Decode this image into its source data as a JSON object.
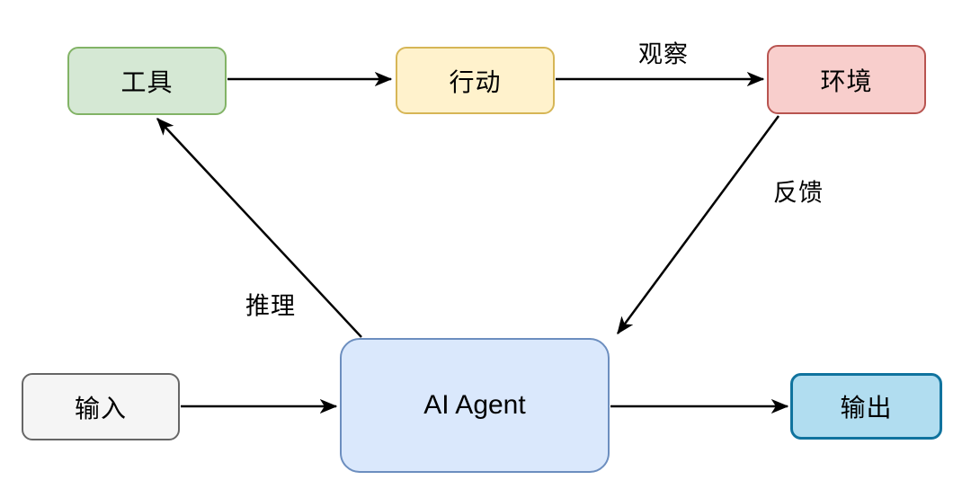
{
  "diagram": {
    "type": "flowchart",
    "background": "#ffffff",
    "arrow_color": "#000000",
    "nodes": [
      {
        "id": "tools",
        "label": "工具",
        "fill": "#d5e8d4",
        "border": "#82b366"
      },
      {
        "id": "action",
        "label": "行动",
        "fill": "#fff2cc",
        "border": "#d6b656"
      },
      {
        "id": "environment",
        "label": "环境",
        "fill": "#f8cecc",
        "border": "#b85450"
      },
      {
        "id": "agent",
        "label": "AI Agent",
        "fill": "#dae8fc",
        "border": "#6c8ebf"
      },
      {
        "id": "input",
        "label": "输入",
        "fill": "#f5f5f5",
        "border": "#666666"
      },
      {
        "id": "output",
        "label": "输出",
        "fill": "#b1ddf0",
        "border": "#10739e"
      }
    ],
    "edges": [
      {
        "from": "tools",
        "to": "action",
        "label": ""
      },
      {
        "from": "action",
        "to": "environment",
        "label": "观察"
      },
      {
        "from": "environment",
        "to": "agent",
        "label": "反馈"
      },
      {
        "from": "agent",
        "to": "tools",
        "label": "推理"
      },
      {
        "from": "input",
        "to": "agent",
        "label": ""
      },
      {
        "from": "agent",
        "to": "output",
        "label": ""
      }
    ]
  }
}
